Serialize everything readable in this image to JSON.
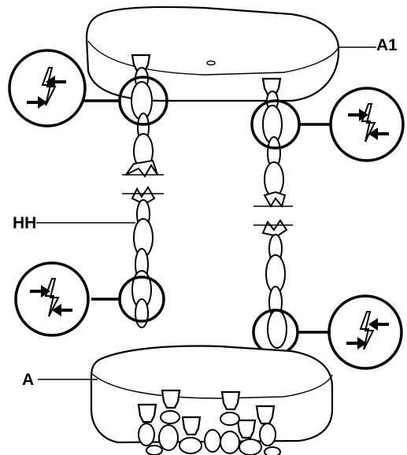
{
  "labels": {
    "canopy_top": "A1",
    "chain": "HH",
    "canopy_bottom": "A"
  },
  "colors": {
    "line": "#000000",
    "background": "#ffffff"
  },
  "detail_icons": [
    "link-open-icon",
    "link-close-icon",
    "link-close-icon",
    "link-open-icon"
  ]
}
